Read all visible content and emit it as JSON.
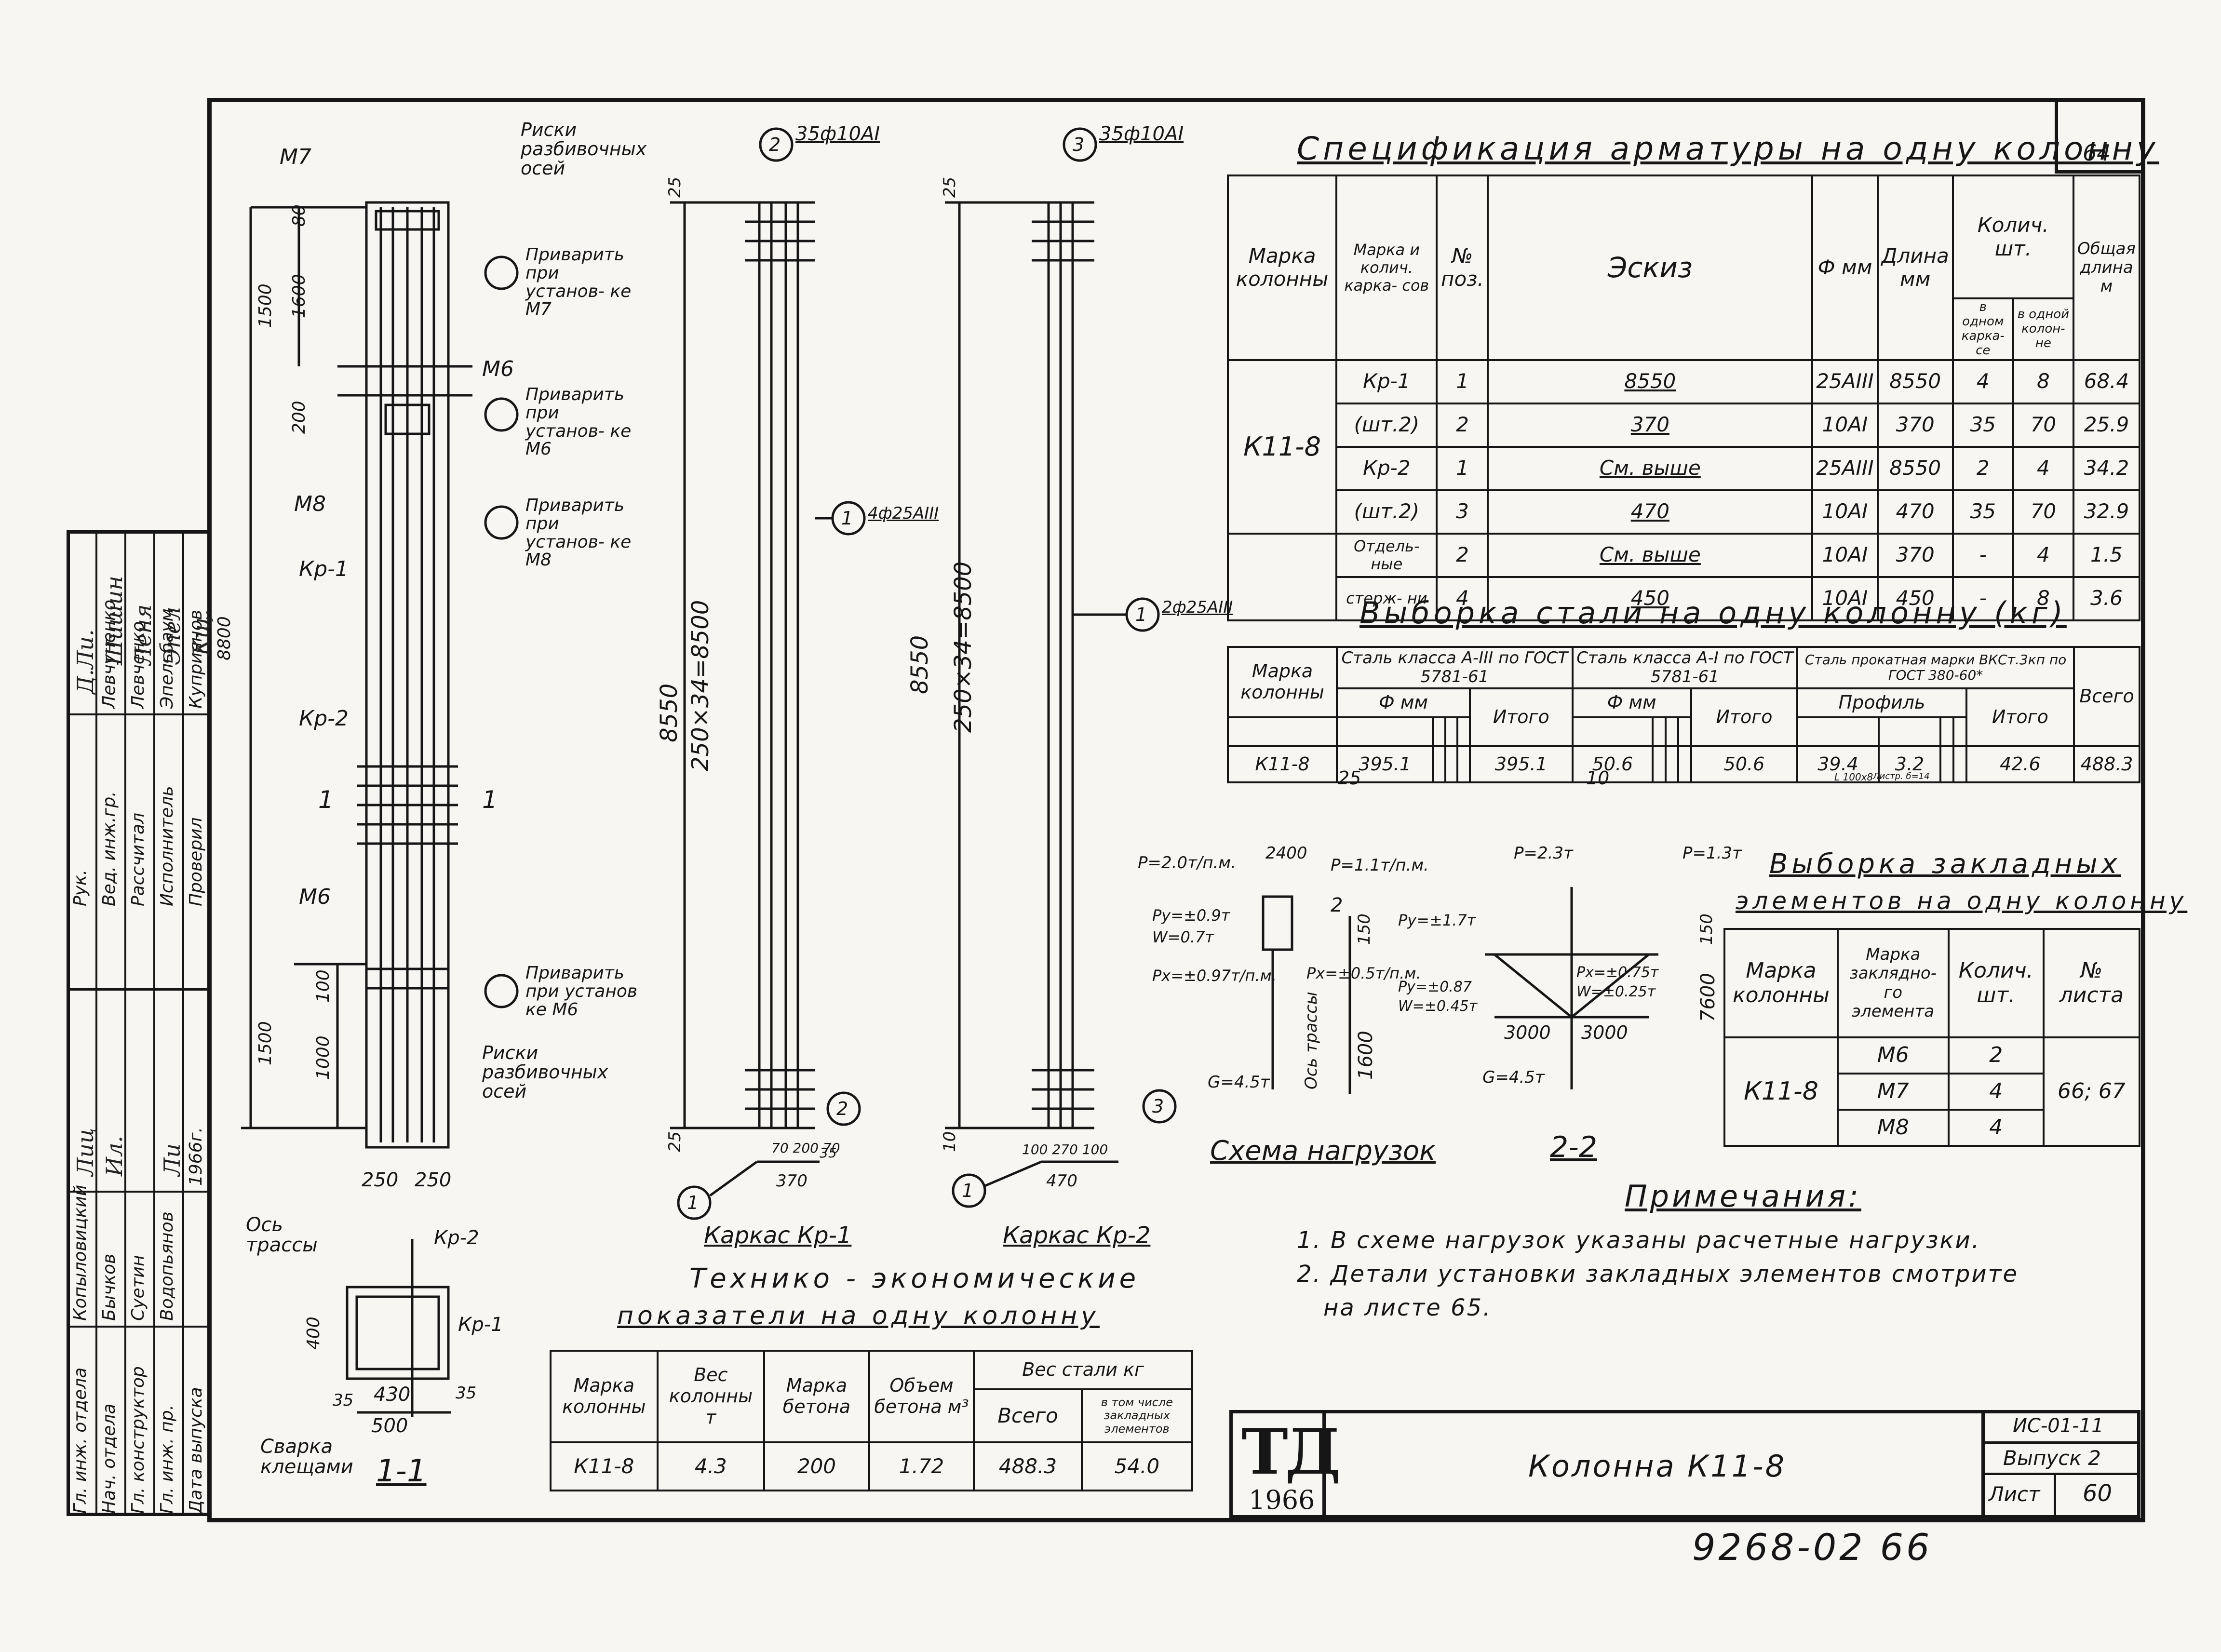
{
  "sheet_number_top": "64",
  "spec": {
    "title": "Спецификация арматуры на одну колонну",
    "headers": [
      "Марка колонны",
      "Марка и колич. карка- сов",
      "№ поз.",
      "Эскиз",
      "Ф мм",
      "Длина мм",
      "Колич. шт.",
      "Общая длина м"
    ],
    "qty_sub": [
      "в одном карка- се",
      "в одной колон- не"
    ],
    "column_mark": "К11-8",
    "rows": [
      {
        "frame": "Кр-1",
        "pos": "1",
        "sketch": "8550",
        "dia": "25АIII",
        "len": "8550",
        "q1": "4",
        "q2": "8",
        "total": "68.4"
      },
      {
        "frame": "(шт.2)",
        "pos": "2",
        "sketch": "370",
        "dia": "10АI",
        "len": "370",
        "q1": "35",
        "q2": "70",
        "total": "25.9"
      },
      {
        "frame": "Кр-2",
        "pos": "1",
        "sketch": "См. выше",
        "dia": "25АIII",
        "len": "8550",
        "q1": "2",
        "q2": "4",
        "total": "34.2"
      },
      {
        "frame": "(шт.2)",
        "pos": "3",
        "sketch": "470",
        "dia": "10АI",
        "len": "470",
        "q1": "35",
        "q2": "70",
        "total": "32.9"
      },
      {
        "frame": "Отдель- ные",
        "pos": "2",
        "sketch": "См. выше",
        "dia": "10АI",
        "len": "370",
        "q1": "-",
        "q2": "4",
        "total": "1.5"
      },
      {
        "frame": "стерж- ни",
        "pos": "4",
        "sketch": "450",
        "dia": "10АI",
        "len": "450",
        "q1": "-",
        "q2": "8",
        "total": "3.6"
      }
    ]
  },
  "steel": {
    "title": "Выборка стали на одну колонну (кг)",
    "col_mark": "Марка колонны",
    "g1": "Сталь класса А-III по ГОСТ 5781-61",
    "g2": "Сталь класса А-I по ГОСТ 5781-61",
    "g3": "Сталь прокатная марки ВКСт.3кп по ГОСТ 380-60*",
    "dia_mm": "Ф мм",
    "profile": "Профиль",
    "itogo": "Итого",
    "vsego": "Всего",
    "d25": "25",
    "d10": "10",
    "p1": "L 100х8",
    "p2": "Листр. б=14",
    "mark": "К11-8",
    "v25": "395.1",
    "it1": "395.1",
    "v10": "50.6",
    "it2": "50.6",
    "vp1": "39.4",
    "vp2": "3.2",
    "it3": "42.6",
    "total": "488.3"
  },
  "embed": {
    "title1": "Выборка закладных",
    "title2": "элементов на одну колонну",
    "headers": [
      "Марка колонны",
      "Марка заклядно- го элемента",
      "Колич. шт.",
      "№ листа"
    ],
    "mark": "К11-8",
    "rows": [
      {
        "el": "М6",
        "q": "2"
      },
      {
        "el": "М7",
        "q": "4"
      },
      {
        "el": "М8",
        "q": "4"
      }
    ],
    "sheets": "66; 67"
  },
  "notes": {
    "title": "Примечания:",
    "n1": "1. В схеме нагрузок указаны расчетные нагрузки.",
    "n2": "2. Детали установки закладных элементов смотрите",
    "n2b": "на листе 65."
  },
  "tech": {
    "title1": "Технико - экономические",
    "title2": "показатели на одну колонну",
    "headers": [
      "Марка колонны",
      "Вес колонны т",
      "Марка бетона",
      "Объем бетона м³",
      "Вес стали кг"
    ],
    "sub": [
      "Всего",
      "в том числе закладных элементов"
    ],
    "row": [
      "К11-8",
      "4.3",
      "200",
      "1.72",
      "488.3",
      "54.0"
    ]
  },
  "titleblock": {
    "logo": "ТД",
    "year": "1966",
    "name": "Колонна К11-8",
    "series": "ИС-01-11",
    "issue": "Выпуск 2",
    "sheet_label": "Лист",
    "sheet": "60"
  },
  "archive_number": "9268-02 66",
  "stamp": {
    "roles": [
      "Рук.",
      "Вед. инж.гр.",
      "Рассчитал",
      "Исполнитель",
      "Проверил"
    ],
    "names": [
      "",
      "Левчуненко",
      "Левченко",
      "Эпельбаум",
      "Куприянов"
    ],
    "lower_roles": [
      "Гл. инж. отдела",
      "Нач. отдела",
      "Гл. конструктор",
      "Гл. инж. пр.",
      "Дата выпуска"
    ],
    "lower_names": [
      "Копыловицкий",
      "Бычков",
      "Суетин",
      "Водопьянов"
    ],
    "date": "1966г."
  },
  "drawing": {
    "column_labels": {
      "m7": "М7",
      "m6": "М6",
      "m8": "М8",
      "kr1": "Кр-1",
      "kr2": "Кр-2",
      "riski_top": "Риски разбивочных осей",
      "weld_m7": "Приварить при установ- ке М7",
      "weld_m6": "Приварить при установ- ке М6",
      "weld_m8": "Приварить при установ- ке М8",
      "weld_m6b": "Приварить при установ ке М6",
      "riski_bot": "Риски разбивочных осей",
      "d250_a": "250",
      "d250_b": "250",
      "h1500": "1500",
      "h1600": "1600",
      "h80": "80",
      "h200": "200",
      "h1500b": "1500",
      "h1000": "1000",
      "h100": "100",
      "h8800": "8800",
      "sec1": "1"
    },
    "cage1": {
      "pos": "2",
      "bars": "35ф10АI",
      "h": "8550",
      "dim": "250×34=8500",
      "d25a": "25",
      "d25b": "25",
      "callout1": "4ф25АIII",
      "label": "Каркас Кр-1",
      "w": "370",
      "w2": "70 200 70",
      "w3": "35"
    },
    "cage2": {
      "pos": "3",
      "bars": "35ф10АI",
      "h": "8550",
      "dim": "250×34=8500",
      "d25a": "25",
      "d25b": "10",
      "callout1": "2ф25АIII",
      "label": "Каркас Кр-2",
      "w": "470",
      "w2": "100 270 100"
    },
    "section": {
      "title": "1-1",
      "axis": "Ось трассы",
      "kr2": "Кр-2",
      "kr1": "Кр-1",
      "d400": "400",
      "d430": "430",
      "d500": "500",
      "d35": "35",
      "d35b": "35",
      "weld": "Сварка клещами"
    },
    "loads": {
      "title": "Схема нагрузок",
      "p1": "P=2.0т/п.м.",
      "d2400": "2400",
      "p11": "P=1.1т/п.м.",
      "py": "Py=±0.9т",
      "w": "W=0.7т",
      "px": "Px=±0.97т/п.м.",
      "px2": "Px=±0.5т/п.м.",
      "g": "G=4.5т",
      "axis": "Ось трассы",
      "h1600": "1600",
      "h150": "150",
      "two": "2"
    },
    "sec22": {
      "title": "2-2",
      "p23": "P=2.3т",
      "p13": "P=1.3т",
      "py17": "Py=±1.7т",
      "py087": "Py=±0.87",
      "w045": "W=±0.45т",
      "px075": "Px=±0.75т",
      "w025": "W=±0.25т",
      "d3000a": "3000",
      "d3000b": "3000",
      "g": "G=4.5т",
      "h7600": "7600",
      "h150": "150"
    }
  }
}
